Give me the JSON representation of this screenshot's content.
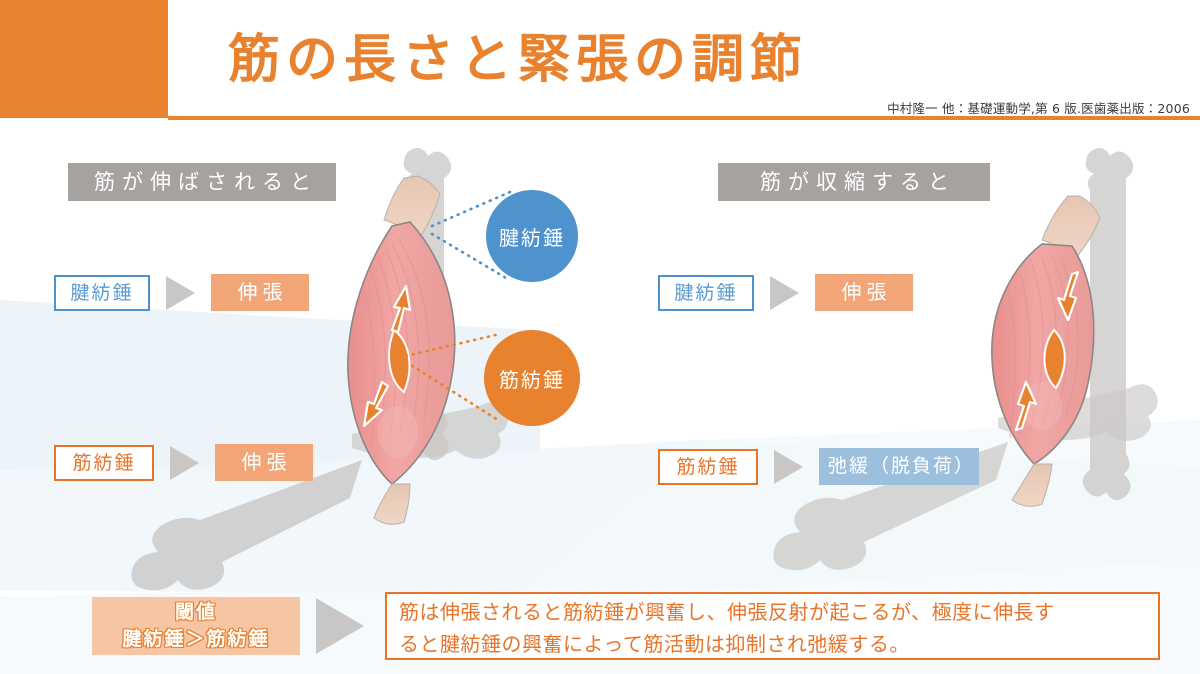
{
  "header": {
    "title": "筋の長さと緊張の調節",
    "citation": "中村隆一 他：基礎運動学,第 6 版.医歯薬出版：2006",
    "band_color": "#E8822E",
    "title_color": "#E8822E"
  },
  "sections": {
    "left": {
      "header": "筋が伸ばされると",
      "header_bg": "#A6A2A0",
      "rows": [
        {
          "receptor": "腱紡錘",
          "receptor_color": "#5B9BD5",
          "result": "伸張",
          "result_bg": "#F2A678"
        },
        {
          "receptor": "筋紡錘",
          "receptor_color": "#E8742A",
          "result": "伸張",
          "result_bg": "#F2A678"
        }
      ]
    },
    "right": {
      "header": "筋が収縮すると",
      "header_bg": "#A6A2A0",
      "rows": [
        {
          "receptor": "腱紡錘",
          "receptor_color": "#5B9BD5",
          "result": "伸張",
          "result_bg": "#F2A678"
        },
        {
          "receptor": "筋紡錘",
          "receptor_color": "#E8742A",
          "result": "弛緩（脱負荷）",
          "result_bg": "#9CBFDE"
        }
      ]
    }
  },
  "callouts": [
    {
      "label": "腱紡錘",
      "color": "#4E93CE"
    },
    {
      "label": "筋紡錘",
      "color": "#E8822E"
    }
  ],
  "summary": {
    "threshold_title": "閾値",
    "threshold_relation": "腱紡錘＞筋紡錘",
    "threshold_bg": "#F6C6A4",
    "text_line1": "筋は伸張されると筋紡錘が興奮し、伸張反射が起こるが、極度に伸長す",
    "text_line2": "ると腱紡錘の興奮によって筋活動は抑制され弛緩する。",
    "text_color": "#E8742A"
  },
  "illustrations": {
    "left": {
      "state": "stretched-muscle-diagram",
      "muscle_color": "#EE9B9B",
      "bone_color": "#C9C7C5",
      "spindle_color": "#E8822E"
    },
    "right": {
      "state": "contracted-muscle-diagram",
      "muscle_color": "#EE9B9B",
      "bone_color": "#C9C7C5",
      "spindle_color": "#E8822E"
    }
  }
}
